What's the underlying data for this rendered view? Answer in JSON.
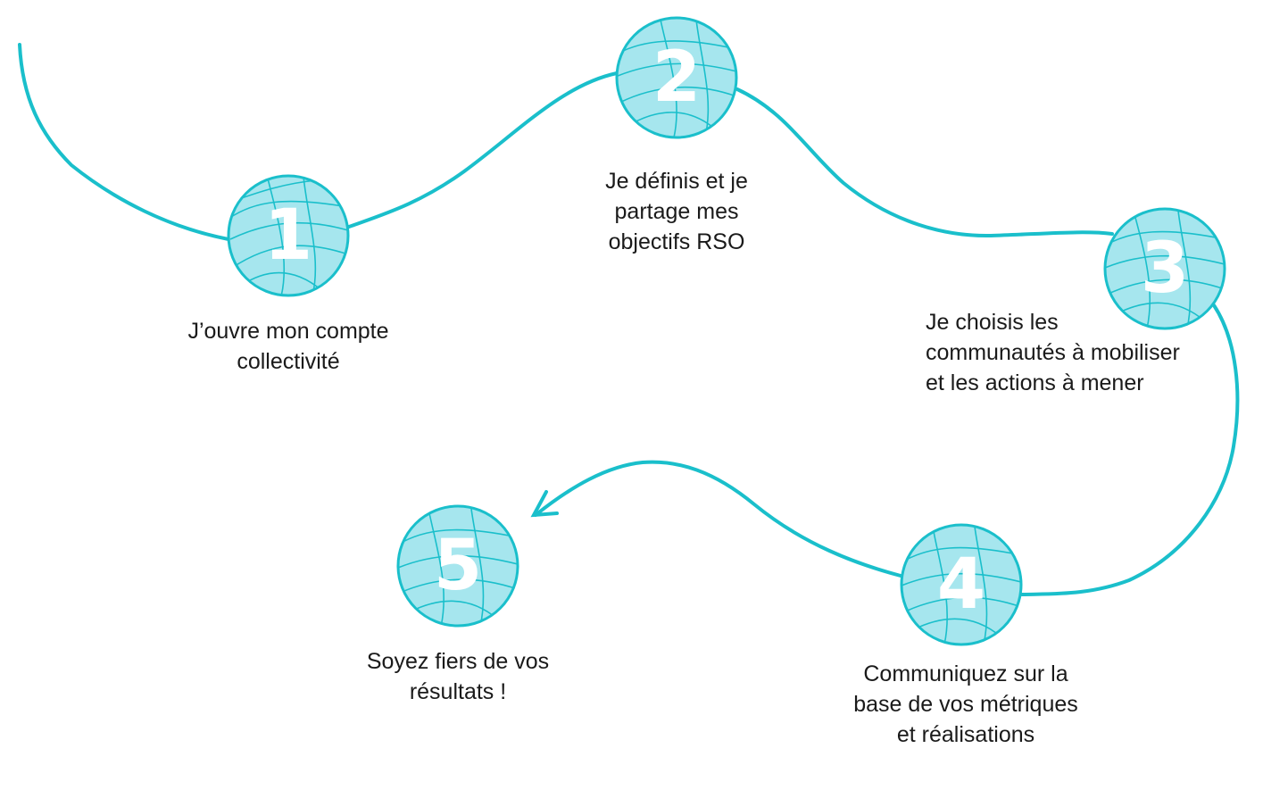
{
  "colors": {
    "path": "#1ABFCB",
    "circle_fill": "#A6E6EE",
    "circle_stroke": "#1ABFCB",
    "number": "#FFFFFF",
    "text": "#1A1A1A"
  },
  "steps": [
    {
      "number": "1",
      "lines": [
        "J’ouvre mon compte",
        "collectivité"
      ]
    },
    {
      "number": "2",
      "lines": [
        "Je définis et je",
        "partage mes",
        "objectifs RSO"
      ]
    },
    {
      "number": "3",
      "lines": [
        "Je choisis les",
        "communautés à mobiliser",
        "et les actions à mener"
      ]
    },
    {
      "number": "4",
      "lines": [
        "Communiquez sur la",
        "base de vos métriques",
        "et réalisations"
      ]
    },
    {
      "number": "5",
      "lines": [
        "Soyez fiers de vos",
        "résultats !"
      ]
    }
  ]
}
